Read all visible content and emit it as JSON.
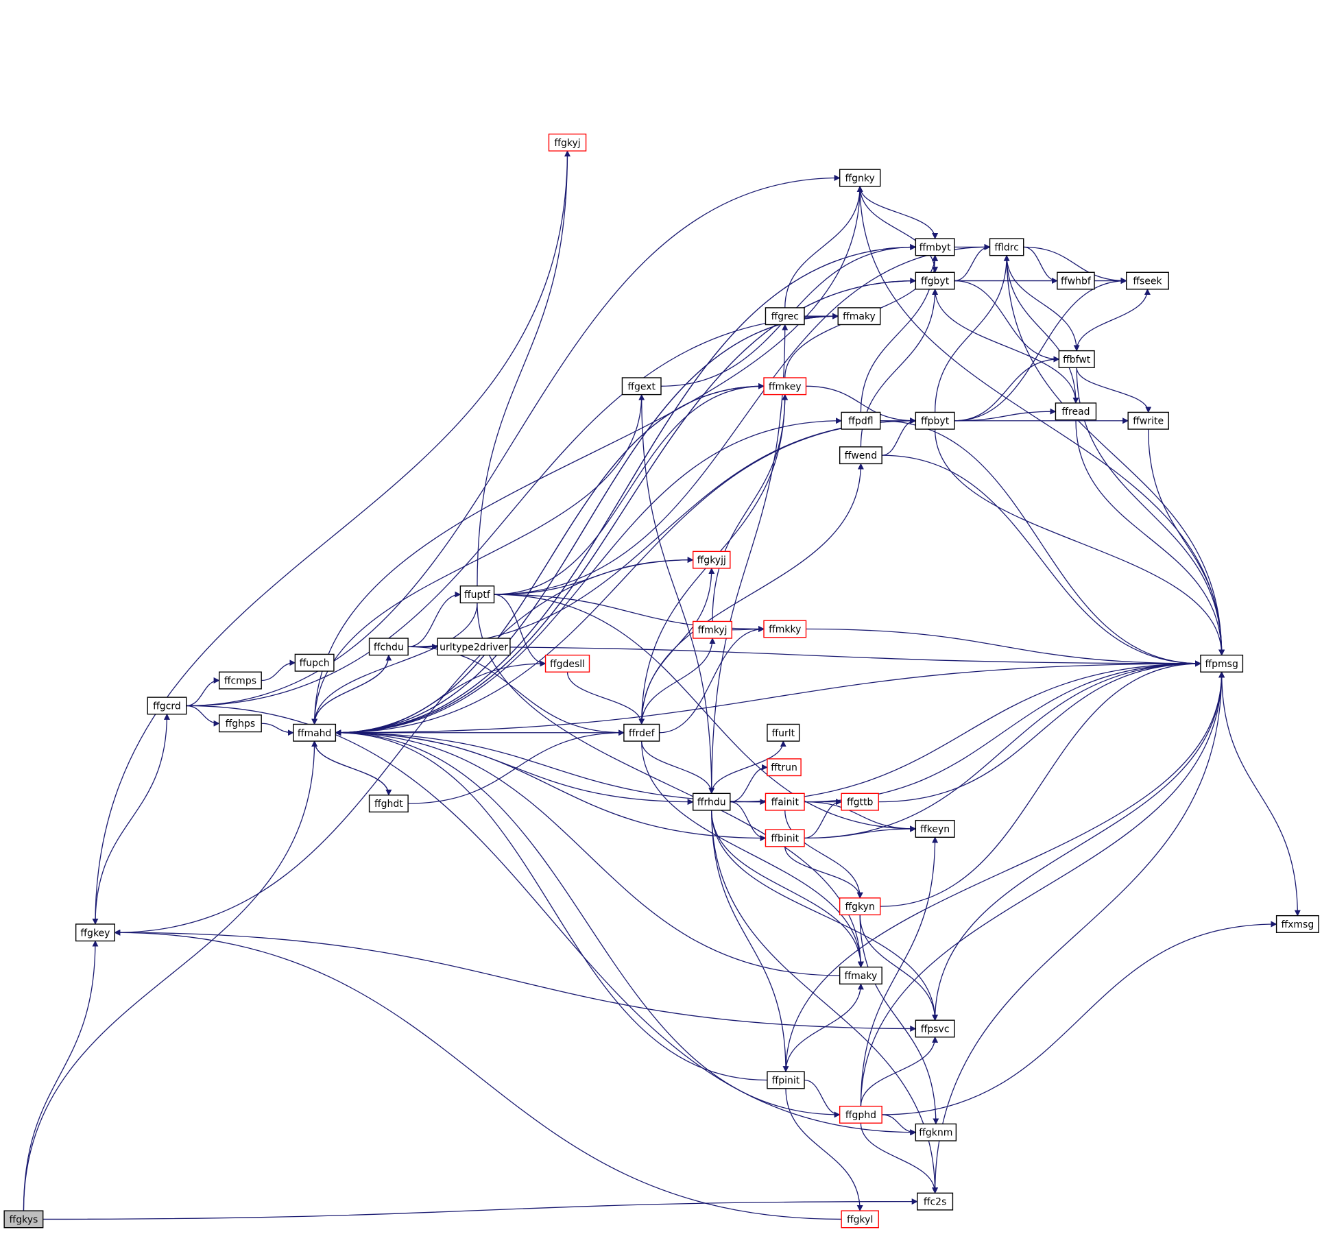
{
  "diagram": {
    "nodes": [
      {
        "id": "ffgkys",
        "label": "ffgkys",
        "style": "root"
      },
      {
        "id": "ffgkey",
        "label": "ffgkey",
        "style": "normal"
      },
      {
        "id": "ffgcrd",
        "label": "ffgcrd",
        "style": "normal"
      },
      {
        "id": "ffcmps",
        "label": "ffcmps",
        "style": "normal"
      },
      {
        "id": "ffupch",
        "label": "ffupch",
        "style": "normal"
      },
      {
        "id": "ffghps",
        "label": "ffghps",
        "style": "normal"
      },
      {
        "id": "ffmahd",
        "label": "ffmahd",
        "style": "normal"
      },
      {
        "id": "ffchdu",
        "label": "ffchdu",
        "style": "normal"
      },
      {
        "id": "ffghdt",
        "label": "ffghdt",
        "style": "normal"
      },
      {
        "id": "ffuptf",
        "label": "ffuptf",
        "style": "normal"
      },
      {
        "id": "urltype2driver",
        "label": "urltype2driver",
        "style": "normal"
      },
      {
        "id": "ffgdesll",
        "label": "ffgdesll",
        "style": "red"
      },
      {
        "id": "ffgkyj",
        "label": "ffgkyj",
        "style": "red"
      },
      {
        "id": "ffgext",
        "label": "ffgext",
        "style": "normal"
      },
      {
        "id": "ffgkyjj",
        "label": "ffgkyjj",
        "style": "red"
      },
      {
        "id": "ffmkyj",
        "label": "ffmkyj",
        "style": "red"
      },
      {
        "id": "ffrdef",
        "label": "ffrdef",
        "style": "normal"
      },
      {
        "id": "ffrhdu",
        "label": "ffrhdu",
        "style": "normal"
      },
      {
        "id": "ffgnky",
        "label": "ffgnky",
        "style": "normal"
      },
      {
        "id": "ffgrec",
        "label": "ffgrec",
        "style": "normal"
      },
      {
        "id": "ffmaky_top",
        "label": "ffmaky",
        "style": "normal"
      },
      {
        "id": "ffmkey",
        "label": "ffmkey",
        "style": "red"
      },
      {
        "id": "ffmkky",
        "label": "ffmkky",
        "style": "red"
      },
      {
        "id": "ffurlt",
        "label": "ffurlt",
        "style": "normal"
      },
      {
        "id": "fftrun",
        "label": "fftrun",
        "style": "red"
      },
      {
        "id": "ffainit",
        "label": "ffainit",
        "style": "red"
      },
      {
        "id": "ffbinit",
        "label": "ffbinit",
        "style": "red"
      },
      {
        "id": "ffpinit",
        "label": "ffpinit",
        "style": "normal"
      },
      {
        "id": "ffgkyl",
        "label": "ffgkyl",
        "style": "red"
      },
      {
        "id": "ffpdfl",
        "label": "ffpdfl",
        "style": "normal"
      },
      {
        "id": "ffwend",
        "label": "ffwend",
        "style": "normal"
      },
      {
        "id": "ffgttb",
        "label": "ffgttb",
        "style": "red"
      },
      {
        "id": "ffgkyn",
        "label": "ffgkyn",
        "style": "red"
      },
      {
        "id": "ffmaky_bot",
        "label": "ffmaky",
        "style": "normal"
      },
      {
        "id": "ffgphd",
        "label": "ffgphd",
        "style": "red"
      },
      {
        "id": "ffmbyt",
        "label": "ffmbyt",
        "style": "normal"
      },
      {
        "id": "ffgbyt",
        "label": "ffgbyt",
        "style": "normal"
      },
      {
        "id": "ffpbyt",
        "label": "ffpbyt",
        "style": "normal"
      },
      {
        "id": "ffkeyn",
        "label": "ffkeyn",
        "style": "normal"
      },
      {
        "id": "ffpsvc",
        "label": "ffpsvc",
        "style": "normal"
      },
      {
        "id": "ffgknm",
        "label": "ffgknm",
        "style": "normal"
      },
      {
        "id": "ffc2s",
        "label": "ffc2s",
        "style": "normal"
      },
      {
        "id": "ffldrc",
        "label": "ffldrc",
        "style": "normal"
      },
      {
        "id": "ffwhbf",
        "label": "ffwhbf",
        "style": "normal"
      },
      {
        "id": "ffseek",
        "label": "ffseek",
        "style": "normal"
      },
      {
        "id": "ffbfwt",
        "label": "ffbfwt",
        "style": "normal"
      },
      {
        "id": "ffread",
        "label": "ffread",
        "style": "normal"
      },
      {
        "id": "ffwrite",
        "label": "ffwrite",
        "style": "normal"
      },
      {
        "id": "ffpmsg",
        "label": "ffpmsg",
        "style": "normal"
      },
      {
        "id": "ffxmsg",
        "label": "ffxmsg",
        "style": "normal"
      }
    ],
    "edges": [
      [
        "ffgkys",
        "ffgkey"
      ],
      [
        "ffgkys",
        "ffmahd"
      ],
      [
        "ffgkys",
        "ffc2s"
      ],
      [
        "ffgkey",
        "ffgcrd"
      ],
      [
        "ffgkey",
        "ffpsvc"
      ],
      [
        "ffgcrd",
        "ffcmps"
      ],
      [
        "ffgcrd",
        "ffghps"
      ],
      [
        "ffgcrd",
        "ffgnky"
      ],
      [
        "ffgcrd",
        "ffmaky_top"
      ],
      [
        "ffgcrd",
        "ffgknm"
      ],
      [
        "ffcmps",
        "ffupch"
      ],
      [
        "ffghps",
        "ffmahd"
      ],
      [
        "ffmahd",
        "ffchdu"
      ],
      [
        "ffmahd",
        "ffghdt"
      ],
      [
        "ffmahd",
        "ffrhdu"
      ],
      [
        "ffmahd",
        "ffgext"
      ],
      [
        "ffmahd",
        "ffpdfl"
      ],
      [
        "ffmahd",
        "ffpmsg"
      ],
      [
        "ffmahd",
        "ffmbyt"
      ],
      [
        "ffmahd",
        "ffmkey"
      ],
      [
        "ffmahd",
        "ffgbyt"
      ],
      [
        "ffmahd",
        "ffmaky_top"
      ],
      [
        "ffmahd",
        "ffgnky"
      ],
      [
        "ffchdu",
        "ffmahd"
      ],
      [
        "ffchdu",
        "ffuptf"
      ],
      [
        "ffchdu",
        "urltype2driver"
      ],
      [
        "ffchdu",
        "ffrdef"
      ],
      [
        "ffchdu",
        "ffpmsg"
      ],
      [
        "ffchdu",
        "ffpbyt"
      ],
      [
        "ffghdt",
        "ffmahd"
      ],
      [
        "ffghdt",
        "ffrdef"
      ],
      [
        "ffuptf",
        "ffgkyj"
      ],
      [
        "ffuptf",
        "ffgkyjj"
      ],
      [
        "ffuptf",
        "ffgdesll"
      ],
      [
        "ffuptf",
        "ffmkky"
      ],
      [
        "ffuptf",
        "ffmkey"
      ],
      [
        "ffuptf",
        "ffkeyn"
      ],
      [
        "ffuptf",
        "ffmaky_bot"
      ],
      [
        "ffuptf",
        "ffmahd"
      ],
      [
        "ffuptf",
        "ffldrc"
      ],
      [
        "ffgdesll",
        "ffmahd"
      ],
      [
        "ffgdesll",
        "ffrdef"
      ],
      [
        "ffgkyj",
        "ffgkey"
      ],
      [
        "ffgkyjj",
        "ffgkey"
      ],
      [
        "ffgext",
        "ffmbyt"
      ],
      [
        "ffgext",
        "ffrhdu"
      ],
      [
        "ffmkyj",
        "ffmkky"
      ],
      [
        "ffmkyj",
        "ffmkey"
      ],
      [
        "ffrdef",
        "ffmahd"
      ],
      [
        "ffrdef",
        "ffgkyjj"
      ],
      [
        "ffrdef",
        "ffmkyj"
      ],
      [
        "ffrdef",
        "ffmkky"
      ],
      [
        "ffrdef",
        "ffwend"
      ],
      [
        "ffrdef",
        "ffrhdu"
      ],
      [
        "ffrdef",
        "ffmaky_bot"
      ],
      [
        "ffrdef",
        "ffmkey"
      ],
      [
        "ffrhdu",
        "ffgrec"
      ],
      [
        "ffrhdu",
        "ffurlt"
      ],
      [
        "ffrhdu",
        "fftrun"
      ],
      [
        "ffrhdu",
        "ffainit"
      ],
      [
        "ffrhdu",
        "ffbinit"
      ],
      [
        "ffrhdu",
        "ffpinit"
      ],
      [
        "ffrhdu",
        "ffmaky_bot"
      ],
      [
        "ffrhdu",
        "ffpsvc"
      ],
      [
        "ffrhdu",
        "ffc2s"
      ],
      [
        "ffrhdu",
        "ffpmsg"
      ],
      [
        "ffgnky",
        "ffmbyt"
      ],
      [
        "ffgnky",
        "ffgbyt"
      ],
      [
        "ffgnky",
        "ffpmsg"
      ],
      [
        "ffgrec",
        "ffgnky"
      ],
      [
        "ffgrec",
        "ffmaky_top"
      ],
      [
        "ffmaky_top",
        "ffmahd"
      ],
      [
        "ffmkey",
        "ffmahd"
      ],
      [
        "ffmkey",
        "ffpbyt"
      ],
      [
        "ffmkey",
        "ffmbyt"
      ],
      [
        "ffmkky",
        "ffpmsg"
      ],
      [
        "ffainit",
        "ffgttb"
      ],
      [
        "ffainit",
        "ffgkyn"
      ],
      [
        "ffainit",
        "ffkeyn"
      ],
      [
        "ffainit",
        "ffpmsg"
      ],
      [
        "ffainit",
        "ffmahd"
      ],
      [
        "ffbinit",
        "ffgttb"
      ],
      [
        "ffbinit",
        "ffgkyn"
      ],
      [
        "ffbinit",
        "ffkeyn"
      ],
      [
        "ffbinit",
        "ffpmsg"
      ],
      [
        "ffbinit",
        "ffmahd"
      ],
      [
        "ffpinit",
        "ffmahd"
      ],
      [
        "ffpinit",
        "ffmaky_bot"
      ],
      [
        "ffpinit",
        "ffgphd"
      ],
      [
        "ffpinit",
        "ffgkyl"
      ],
      [
        "ffpinit",
        "ffpmsg"
      ],
      [
        "ffgkyl",
        "ffgkey"
      ],
      [
        "ffpdfl",
        "ffpbyt"
      ],
      [
        "ffpdfl",
        "ffmbyt"
      ],
      [
        "ffpdfl",
        "ffpmsg"
      ],
      [
        "ffwend",
        "ffpbyt"
      ],
      [
        "ffwend",
        "ffgbyt"
      ],
      [
        "ffwend",
        "ffpmsg"
      ],
      [
        "ffgttb",
        "ffpmsg"
      ],
      [
        "ffgkyn",
        "ffpsvc"
      ],
      [
        "ffgkyn",
        "ffgknm"
      ],
      [
        "ffgkyn",
        "ffpmsg"
      ],
      [
        "ffmaky_bot",
        "ffmahd"
      ],
      [
        "ffgphd",
        "ffkeyn"
      ],
      [
        "ffgphd",
        "ffpsvc"
      ],
      [
        "ffgphd",
        "ffgknm"
      ],
      [
        "ffgphd",
        "ffc2s"
      ],
      [
        "ffgphd",
        "ffpmsg"
      ],
      [
        "ffgphd",
        "ffxmsg"
      ],
      [
        "ffgphd",
        "ffmahd"
      ],
      [
        "ffmbyt",
        "ffldrc"
      ],
      [
        "ffmbyt",
        "ffmahd"
      ],
      [
        "ffgbyt",
        "ffldrc"
      ],
      [
        "ffgbyt",
        "ffseek"
      ],
      [
        "ffgbyt",
        "ffbfwt"
      ],
      [
        "ffgbyt",
        "ffread"
      ],
      [
        "ffgbyt",
        "ffmahd"
      ],
      [
        "ffpbyt",
        "ffldrc"
      ],
      [
        "ffpbyt",
        "ffseek"
      ],
      [
        "ffpbyt",
        "ffbfwt"
      ],
      [
        "ffpbyt",
        "ffread"
      ],
      [
        "ffpbyt",
        "ffwrite"
      ],
      [
        "ffpbyt",
        "ffpmsg"
      ],
      [
        "ffpbyt",
        "ffmahd"
      ],
      [
        "ffpsvc",
        "ffpmsg"
      ],
      [
        "ffc2s",
        "ffpmsg"
      ],
      [
        "ffldrc",
        "ffwhbf"
      ],
      [
        "ffldrc",
        "ffseek"
      ],
      [
        "ffldrc",
        "ffbfwt"
      ],
      [
        "ffldrc",
        "ffread"
      ],
      [
        "ffldrc",
        "ffpmsg"
      ],
      [
        "ffbfwt",
        "ffseek"
      ],
      [
        "ffbfwt",
        "ffwrite"
      ],
      [
        "ffbfwt",
        "ffpmsg"
      ],
      [
        "ffread",
        "ffpmsg"
      ],
      [
        "ffwrite",
        "ffpmsg"
      ],
      [
        "ffpmsg",
        "ffxmsg"
      ]
    ],
    "colors": {
      "edge": "#191970",
      "node_border": "#000000",
      "red_border": "#ff0000",
      "root_fill": "#bfbfbf",
      "node_fill": "#ffffff"
    }
  }
}
